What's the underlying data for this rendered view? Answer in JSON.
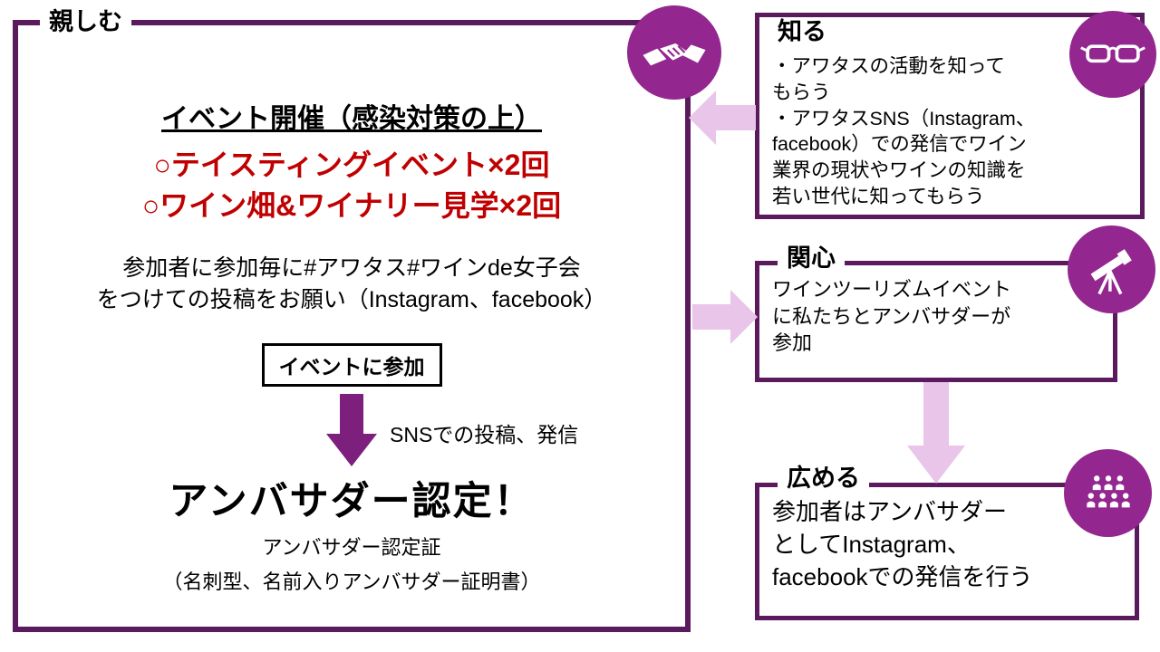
{
  "colors": {
    "panel_border": "#5c1a5e",
    "icon_circle": "#93278f",
    "flow_arrow": "#e9c5e9",
    "inner_arrow": "#7d1f7d",
    "highlight_red": "#c00000"
  },
  "left_panel": {
    "label": "親しむ",
    "icon": "handshake-icon",
    "title": "イベント開催（感染対策の上）",
    "red_lines": [
      "○テイスティングイベント×2回",
      "○ワイン畑&ワイナリー見学×2回"
    ],
    "paragraph": "参加者に参加毎に#アワタス#ワインde女子会\nをつけての投稿をお願い（Instagram、facebook）",
    "participate_label": "イベントに参加",
    "sns_note": "SNSでの投稿、発信",
    "certify_title": "アンバサダー認定！",
    "certify_line1": "アンバサダー認定証",
    "certify_line2": "（名刺型、名前入りアンバサダー証明書）"
  },
  "know_panel": {
    "label": "知る",
    "icon": "glasses-icon",
    "body": "・アワタスの活動を知って\nもらう\n・アワタスSNS（Instagram、\nfacebook）での発信でワイン\n業界の現状やワインの知識を\n若い世代に知ってもらう"
  },
  "interest_panel": {
    "label": "関心",
    "icon": "telescope-icon",
    "body": "ワインツーリズムイベント\nに私たちとアンバサダーが\n参加"
  },
  "spread_panel": {
    "label": "広める",
    "icon": "people-icon",
    "body": "参加者はアンバサダー\nとしてInstagram、\nfacebookでの発信を行う"
  }
}
